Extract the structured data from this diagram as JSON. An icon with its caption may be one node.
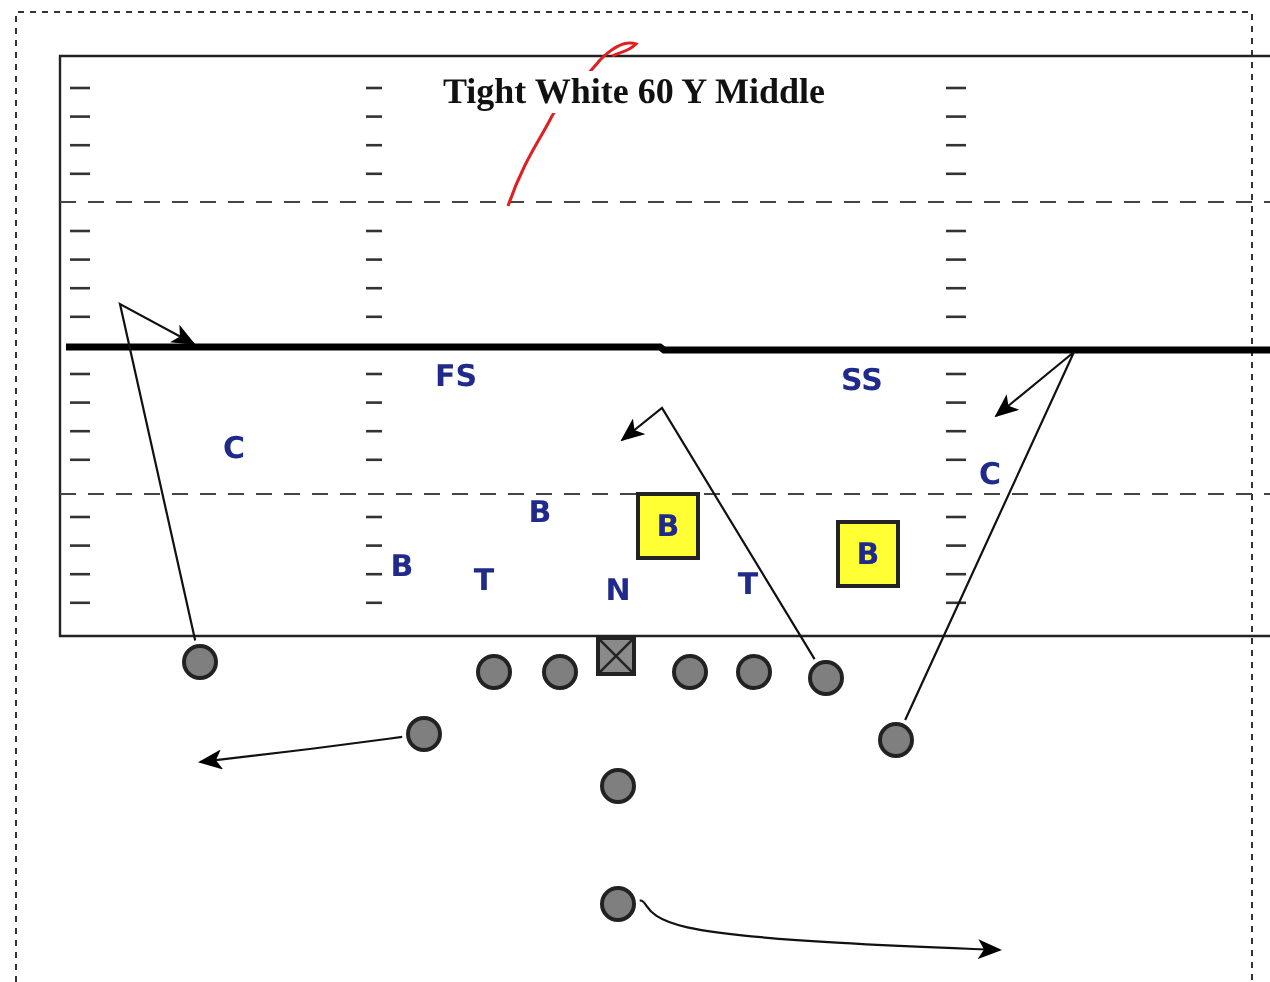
{
  "diagram": {
    "title": "Tight White 60 Y Middle",
    "nodes": [
      {
        "text": [
          "B"
        ]
      },
      {
        "text": [
          "B"
        ]
      },
      {
        "text": [],
        "shape": "circle"
      },
      {
        "text": [],
        "shape": "circle"
      },
      {
        "text": [],
        "shape": "circle"
      },
      {
        "text": [],
        "shape": "box"
      },
      {
        "text": [],
        "shape": "circle"
      },
      {
        "text": [],
        "shape": "circle"
      },
      {
        "text": [],
        "shape": "circle"
      },
      {
        "text": [],
        "shape": "circle"
      },
      {
        "text": [],
        "shape": "circle"
      },
      {
        "text": [],
        "shape": "circle"
      },
      {
        "text": [],
        "shape": "circle"
      }
    ],
    "edges": [
      {
        "from": 2,
        "to": null,
        "arrow": "to"
      },
      {
        "from": 8,
        "to": null,
        "arrow": "to"
      },
      {
        "from": 10,
        "to": null,
        "arrow": "to"
      },
      {
        "from": 9,
        "to": null,
        "arrow": "to"
      },
      {
        "from": 12,
        "to": null,
        "arrow": "to"
      }
    ],
    "labels": [
      "FS",
      "SS",
      "C",
      "C",
      "B",
      "B",
      "T",
      "N",
      "T"
    ]
  }
}
